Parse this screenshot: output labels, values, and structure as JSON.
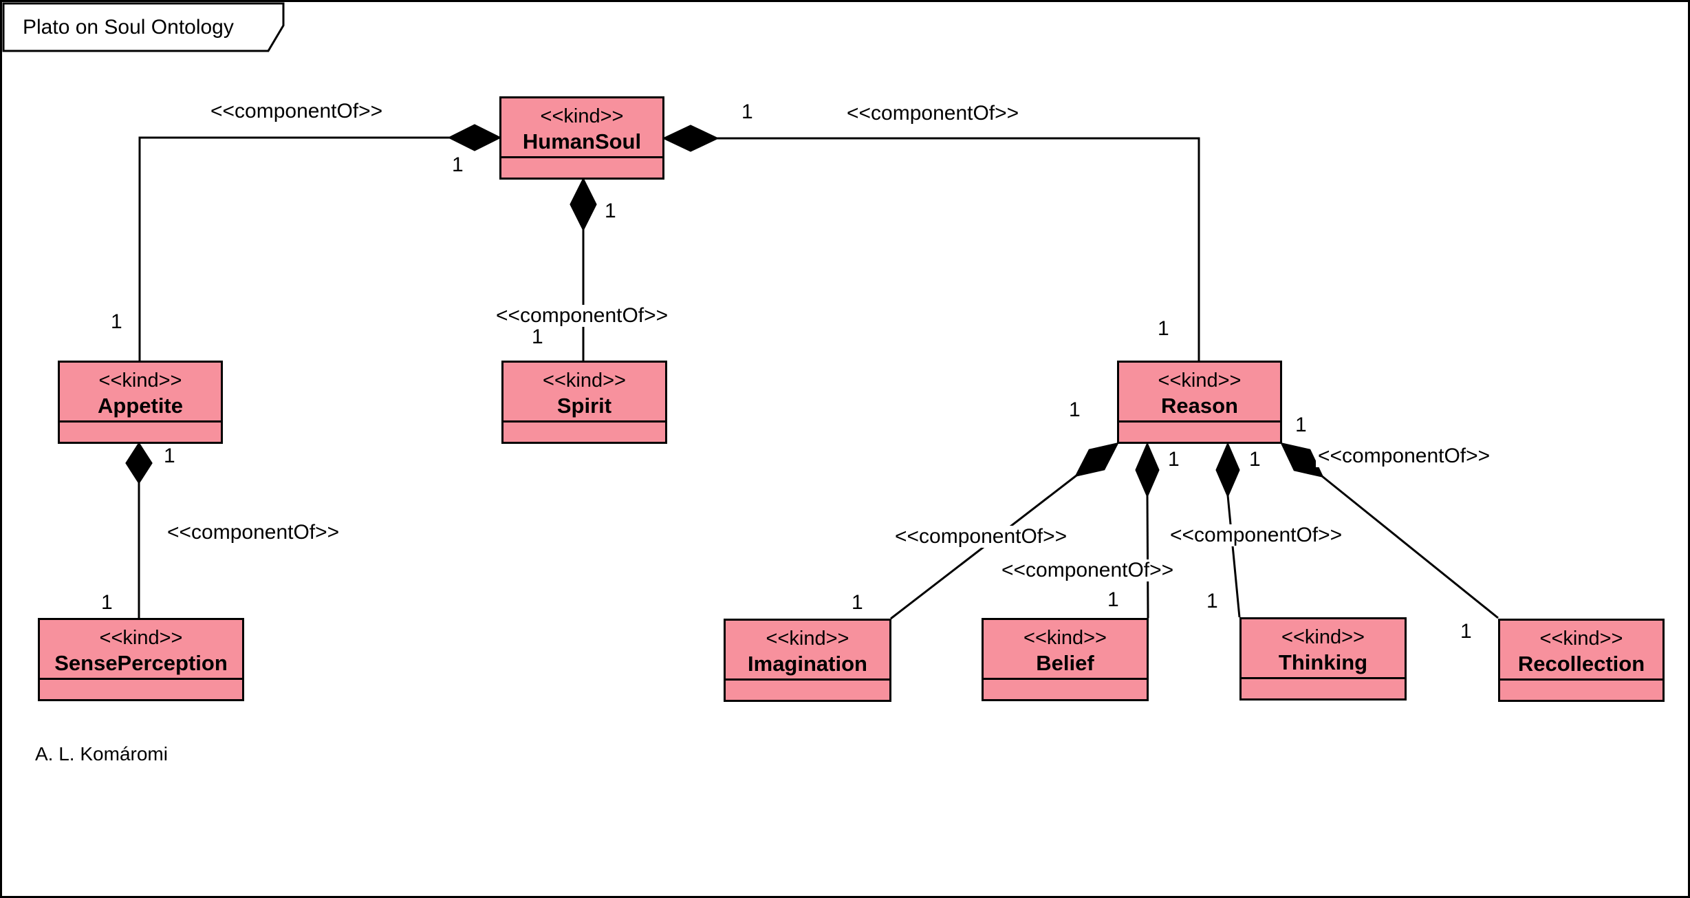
{
  "frame": {
    "title": "Plato on Soul Ontology"
  },
  "author": "A. L. Komáromi",
  "colors": {
    "class_fill": "#F7919D",
    "line": "#000000",
    "background": "#FFFFFF"
  },
  "classes": [
    {
      "stereotype": "<<kind>>",
      "name": "HumanSoul"
    },
    {
      "stereotype": "<<kind>>",
      "name": "Appetite"
    },
    {
      "stereotype": "<<kind>>",
      "name": "Spirit"
    },
    {
      "stereotype": "<<kind>>",
      "name": "Reason"
    },
    {
      "stereotype": "<<kind>>",
      "name": "SensePerception"
    },
    {
      "stereotype": "<<kind>>",
      "name": "Imagination"
    },
    {
      "stereotype": "<<kind>>",
      "name": "Belief"
    },
    {
      "stereotype": "<<kind>>",
      "name": "Thinking"
    },
    {
      "stereotype": "<<kind>>",
      "name": "Recollection"
    }
  ],
  "relations": [
    {
      "whole": "HumanSoul",
      "part": "Appetite",
      "stereotype": "<<componentOf>>",
      "whole_multiplicity": "1",
      "part_multiplicity": "1"
    },
    {
      "whole": "HumanSoul",
      "part": "Reason",
      "stereotype": "<<componentOf>>",
      "whole_multiplicity": "1",
      "part_multiplicity": "1"
    },
    {
      "whole": "HumanSoul",
      "part": "Spirit",
      "stereotype": "<<componentOf>>",
      "whole_multiplicity": "1",
      "part_multiplicity": "1"
    },
    {
      "whole": "Appetite",
      "part": "SensePerception",
      "stereotype": "<<componentOf>>",
      "whole_multiplicity": "1",
      "part_multiplicity": "1"
    },
    {
      "whole": "Reason",
      "part": "Imagination",
      "stereotype": "<<componentOf>>",
      "whole_multiplicity": "1",
      "part_multiplicity": "1"
    },
    {
      "whole": "Reason",
      "part": "Belief",
      "stereotype": "<<componentOf>>",
      "whole_multiplicity": "1",
      "part_multiplicity": "1"
    },
    {
      "whole": "Reason",
      "part": "Thinking",
      "stereotype": "<<componentOf>>",
      "whole_multiplicity": "1",
      "part_multiplicity": "1"
    },
    {
      "whole": "Reason",
      "part": "Recollection",
      "stereotype": "<<componentOf>>",
      "whole_multiplicity": "1",
      "part_multiplicity": "1"
    }
  ]
}
